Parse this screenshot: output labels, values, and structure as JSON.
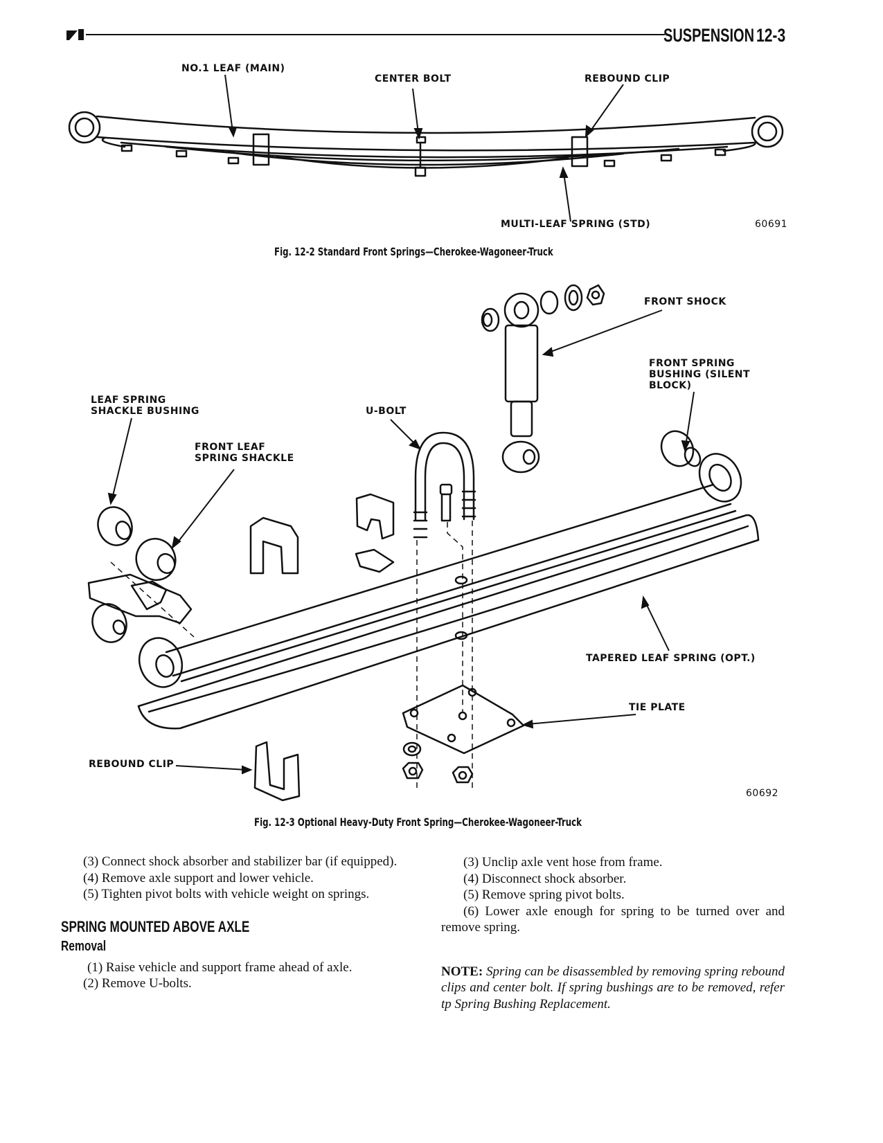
{
  "header": {
    "section": "SUSPENSION",
    "page": "12-3"
  },
  "figure1": {
    "labels": {
      "no1_leaf": "NO.1 LEAF (MAIN)",
      "center_bolt": "CENTER BOLT",
      "rebound_clip": "REBOUND CLIP",
      "multi_leaf": "MULTI-LEAF SPRING (STD)"
    },
    "number": "60691",
    "caption": "Fig. 12-2 Standard Front Springs—Cherokee-Wagoneer-Truck"
  },
  "figure2": {
    "labels": {
      "front_shock": "FRONT SHOCK",
      "front_spring_bushing": [
        "FRONT SPRING",
        "BUSHING (SILENT",
        "BLOCK)"
      ],
      "shackle_bushing": [
        "LEAF SPRING",
        "SHACKLE BUSHING"
      ],
      "u_bolt": "U-BOLT",
      "front_leaf_shackle": [
        "FRONT LEAF",
        "SPRING SHACKLE"
      ],
      "tapered_leaf": "TAPERED LEAF SPRING (OPT.)",
      "tie_plate": "TIE PLATE",
      "rebound_clip": "REBOUND CLIP"
    },
    "number": "60692",
    "caption": "Fig. 12-3 Optional Heavy-Duty Front Spring—Cherokee-Wagoneer-Truck"
  },
  "left_column": {
    "steps": [
      "(3) Connect shock absorber and stabilizer bar (if equipped).",
      "(4) Remove axle support and lower vehicle.",
      "(5) Tighten pivot bolts with vehicle weight on springs."
    ],
    "section_heading": "SPRING MOUNTED ABOVE AXLE",
    "sub_heading": "Removal",
    "removal_steps": [
      "(1) Raise vehicle and support frame ahead of axle.",
      "(2) Remove U-bolts."
    ]
  },
  "right_column": {
    "steps": [
      "(3) Unclip axle vent hose from frame.",
      "(4) Disconnect shock absorber.",
      "(5) Remove spring pivot bolts.",
      "(6) Lower axle enough for spring to be turned over and remove spring."
    ],
    "note_label": "NOTE:",
    "note_text": "Spring can be disassembled by removing spring rebound clips and center bolt. If spring bushings are to be removed, refer tp Spring Bushing Replacement."
  }
}
